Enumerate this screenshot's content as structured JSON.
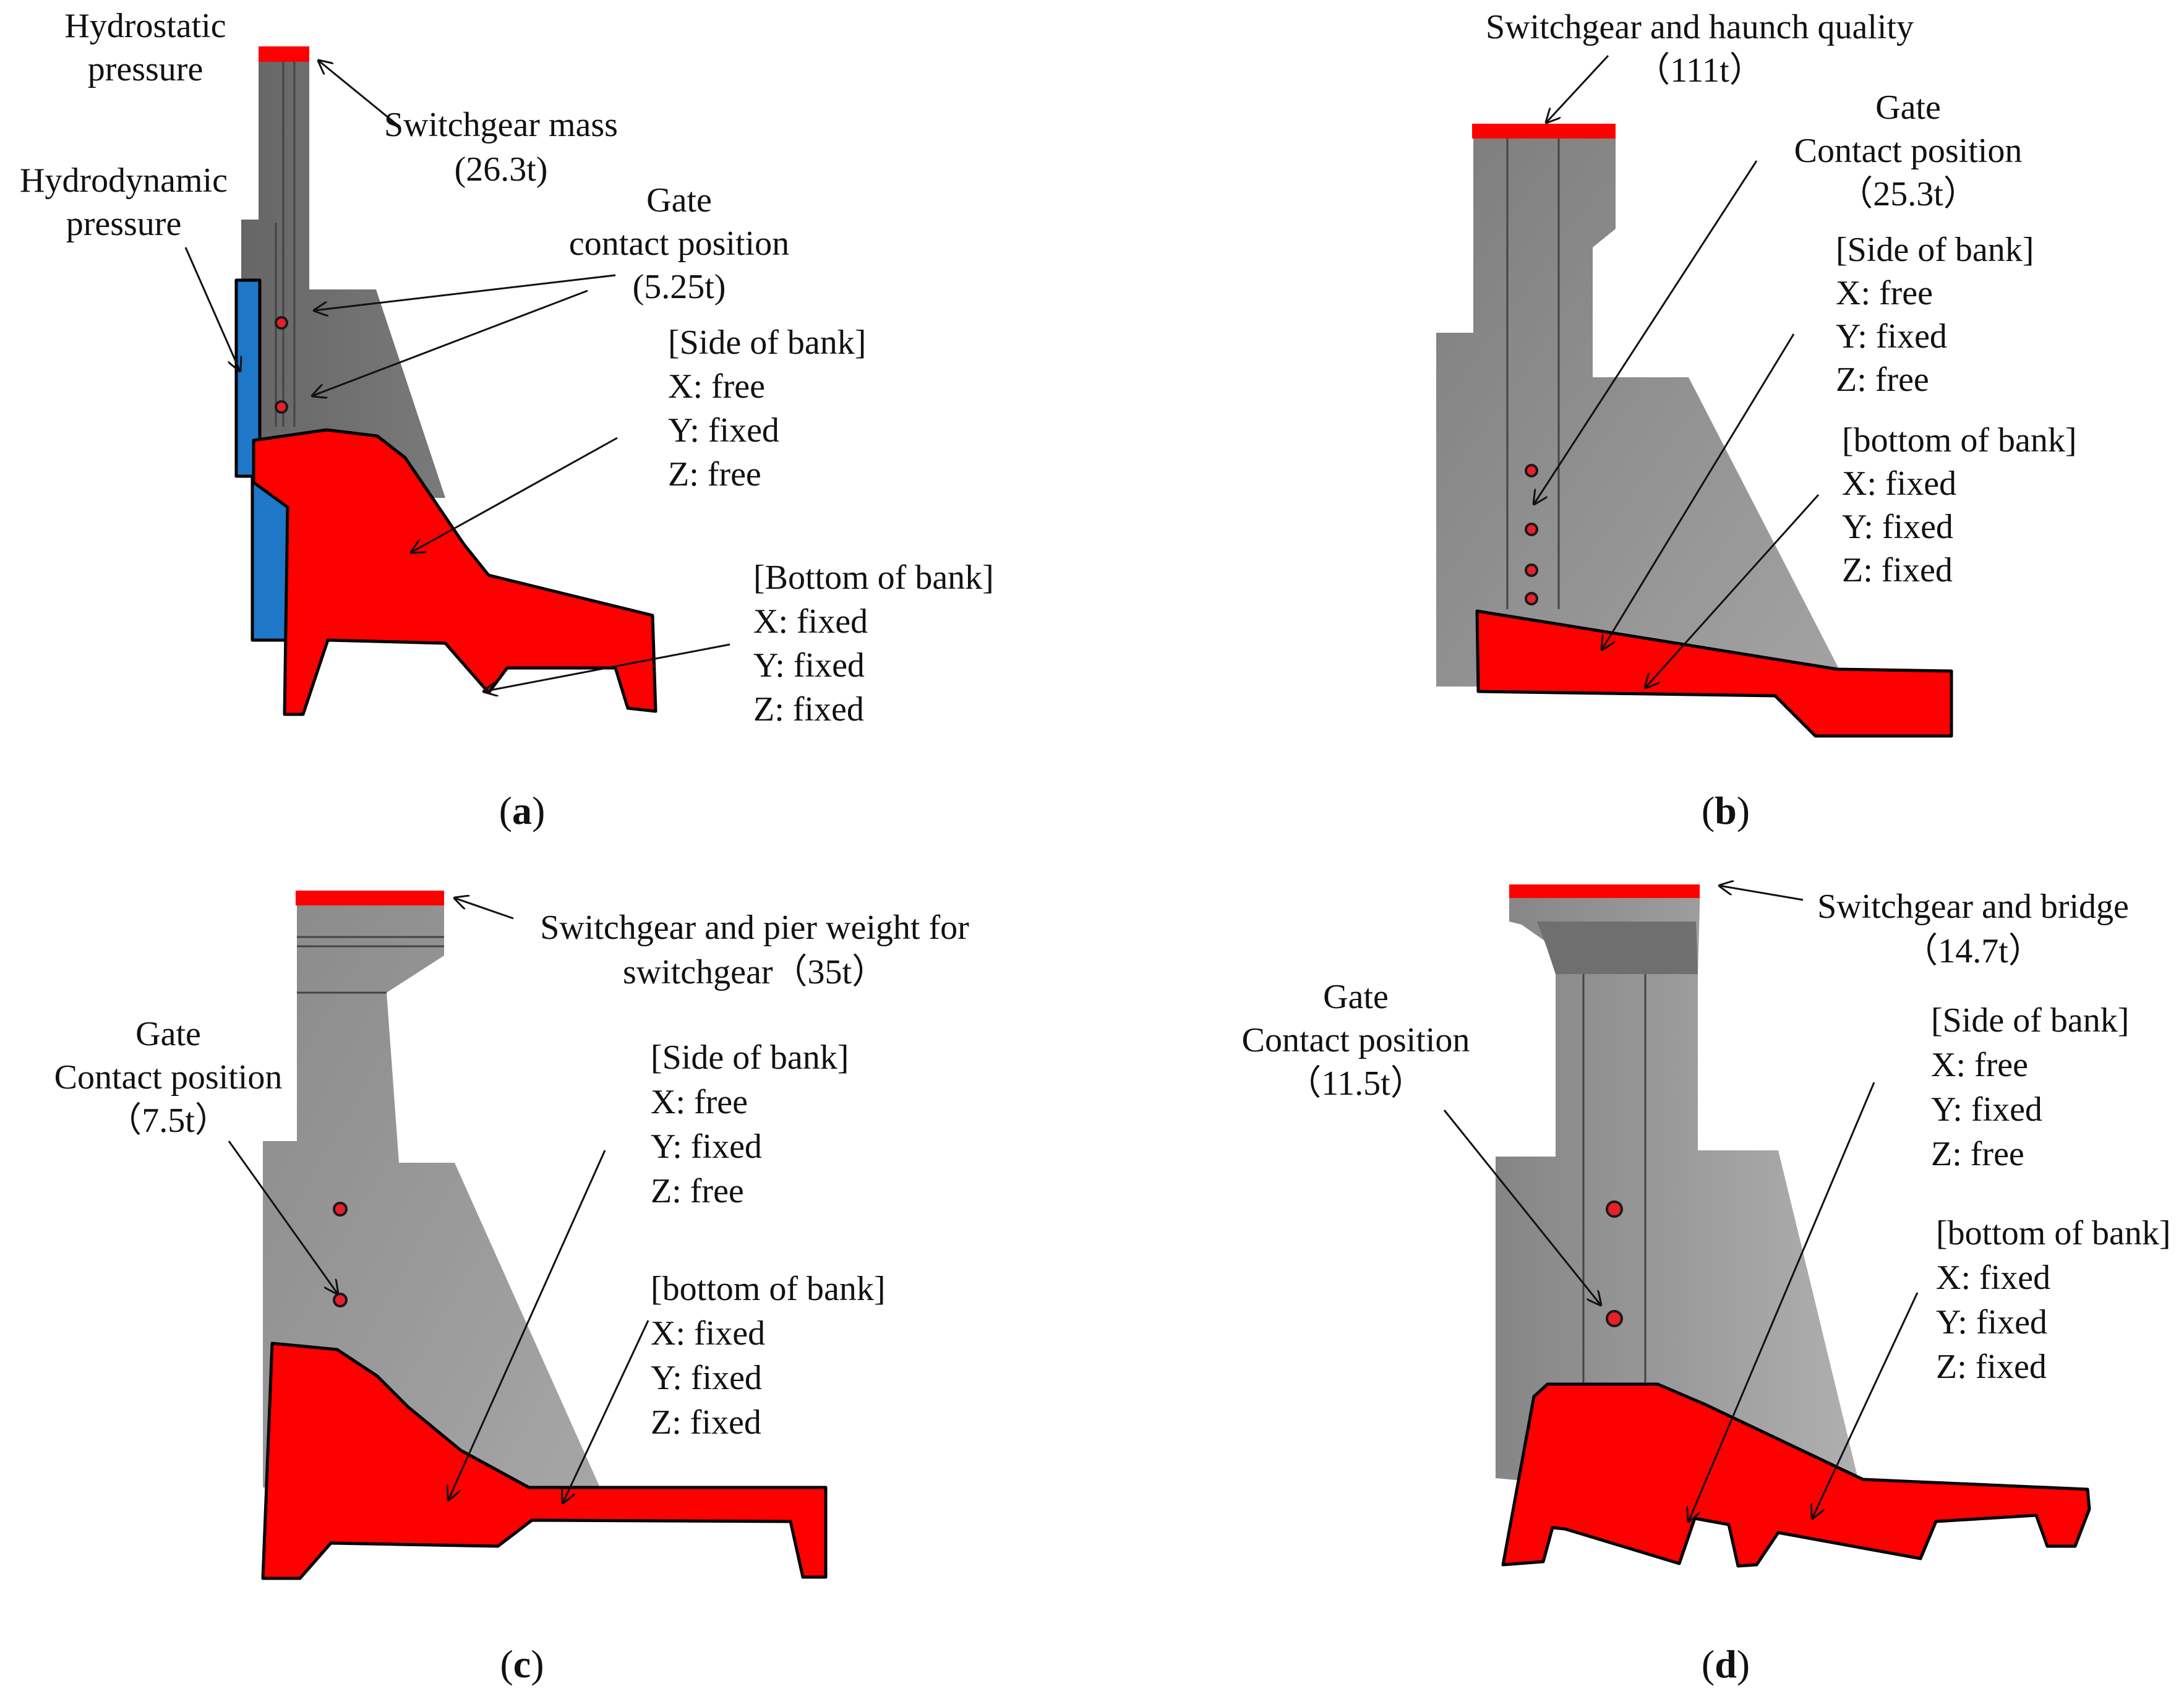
{
  "colors": {
    "load_red": "#ff0000",
    "water_blue": "#1f77c8",
    "concrete_dark": "#6e6e6e",
    "concrete_mid": "#8f8f8f",
    "concrete_light": "#a8a8a8"
  },
  "panel_a": {
    "caption_open": "(",
    "caption_letter": "a",
    "caption_close": ")",
    "hydrostatic": [
      "Hydrostatic",
      "pressure"
    ],
    "hydrodynamic": [
      "Hydrodynamic",
      "pressure"
    ],
    "switchgear": [
      "Switchgear mass",
      "(26.3t)"
    ],
    "gate": [
      "Gate",
      "contact position",
      "(5.25t)"
    ],
    "side": [
      "[Side of bank]",
      "X: free",
      "Y: fixed",
      "Z: free"
    ],
    "bottom": [
      "[Bottom of bank]",
      "X: fixed",
      "Y: fixed",
      "Z: fixed"
    ]
  },
  "panel_b": {
    "caption_open": "(",
    "caption_letter": "b",
    "caption_close": ")",
    "switchgear": [
      "Switchgear and haunch quality",
      "（111t）"
    ],
    "gate": [
      "Gate",
      "Contact position",
      "（25.3t）"
    ],
    "side": [
      "[Side of bank]",
      "X: free",
      "Y: fixed",
      "Z: free"
    ],
    "bottom": [
      "[bottom of bank]",
      "X: fixed",
      "Y: fixed",
      "Z:  fixed"
    ]
  },
  "panel_c": {
    "caption_open": "(",
    "caption_letter": "c",
    "caption_close": ")",
    "switchgear": [
      "Switchgear and pier weight for",
      "switchgear（35t）"
    ],
    "gate": [
      "Gate",
      "Contact position",
      "（7.5t）"
    ],
    "side": [
      "[Side of bank]",
      "X: free",
      "Y: fixed",
      "Z: free"
    ],
    "bottom": [
      "[bottom of bank]",
      "X: fixed",
      "Y: fixed",
      "Z: fixed"
    ]
  },
  "panel_d": {
    "caption_open": "(",
    "caption_letter": "d",
    "caption_close": ")",
    "switchgear": [
      "Switchgear and bridge",
      "（14.7t）"
    ],
    "gate": [
      "Gate",
      "Contact position",
      "（11.5t）"
    ],
    "side": [
      "[Side of bank]",
      "X: free",
      "Y: fixed",
      "Z: free"
    ],
    "bottom": [
      "[bottom of bank]",
      "X: fixed",
      "Y: fixed",
      "Z: fixed"
    ]
  }
}
